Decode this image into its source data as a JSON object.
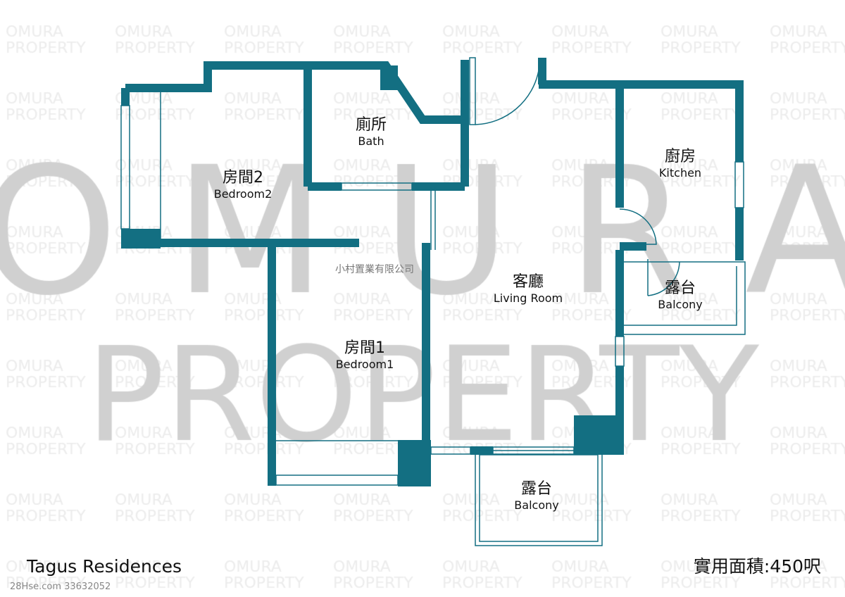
{
  "watermark": {
    "line1": "OMURA",
    "line2": "PROPERTY"
  },
  "company": "小村置業有限公司",
  "rooms": {
    "bath": {
      "zh": "廁所",
      "en": "Bath"
    },
    "bedroom2": {
      "zh": "房間2",
      "en": "Bedroom2"
    },
    "kitchen": {
      "zh": "廚房",
      "en": "Kitchen"
    },
    "living": {
      "zh": "客廳",
      "en": "Living Room"
    },
    "balcony_right": {
      "zh": "露台",
      "en": "Balcony"
    },
    "bedroom1": {
      "zh": "房間1",
      "en": "Bedroom1"
    },
    "balcony_bottom": {
      "zh": "露台",
      "en": "Balcony"
    }
  },
  "footer": {
    "title": "Tagus Residences",
    "area": "實用面積:450呎",
    "reference": "28Hse.com 33632052"
  },
  "colors": {
    "wall": "#136f82",
    "watermark": "#c8c8c8"
  }
}
